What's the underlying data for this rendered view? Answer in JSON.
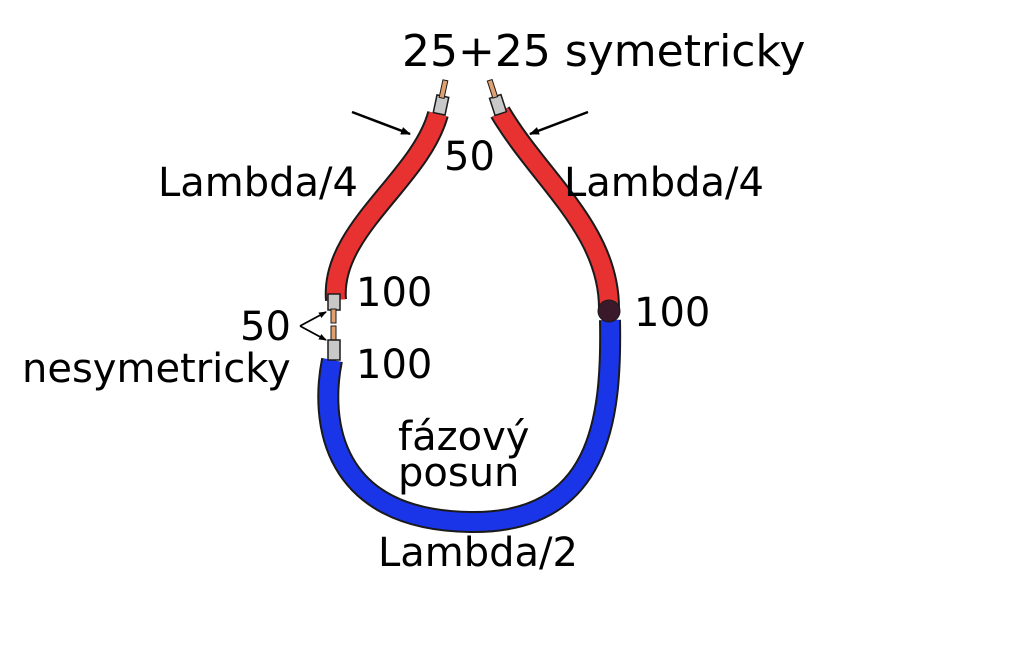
{
  "labels": {
    "top": "25+25 symetricky",
    "left_quarter": "Lambda/4",
    "right_quarter": "Lambda/4",
    "feed_top": "50",
    "left_upper_impedance": "100",
    "left_lower_impedance": "100",
    "right_impedance": "100",
    "unbalanced_value": "50",
    "unbalanced_text": "nesymetricky",
    "phase_line1": "fázový",
    "phase_line2": "posun",
    "half_wave": "Lambda/2"
  },
  "colors": {
    "quarter_wave_cable": "#e83232",
    "half_wave_cable": "#1a35e8",
    "junction_dot": "#3a1a2a",
    "outline": "#1a1a1a",
    "shield": "#c8c8c8",
    "conductor": "#e0a070"
  }
}
